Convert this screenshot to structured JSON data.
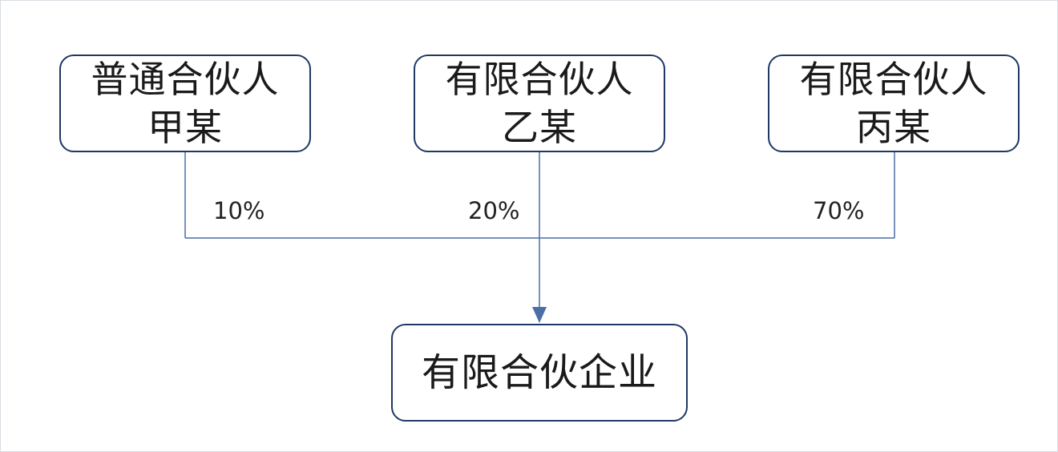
{
  "nodes": {
    "general_partner": {
      "role": "普通合伙人",
      "name": "甲某"
    },
    "limited_partner_yi": {
      "role": "有限合伙人",
      "name": "乙某"
    },
    "limited_partner_bing": {
      "role": "有限合伙人",
      "name": "丙某"
    },
    "enterprise": {
      "label": "有限合伙企业"
    }
  },
  "shares": {
    "general_partner": "10%",
    "limited_partner_yi": "20%",
    "limited_partner_bing": "70%"
  },
  "colors": {
    "box_border": "#1f3864",
    "connector": "#4a6fa5",
    "text": "#1a1a1a"
  }
}
